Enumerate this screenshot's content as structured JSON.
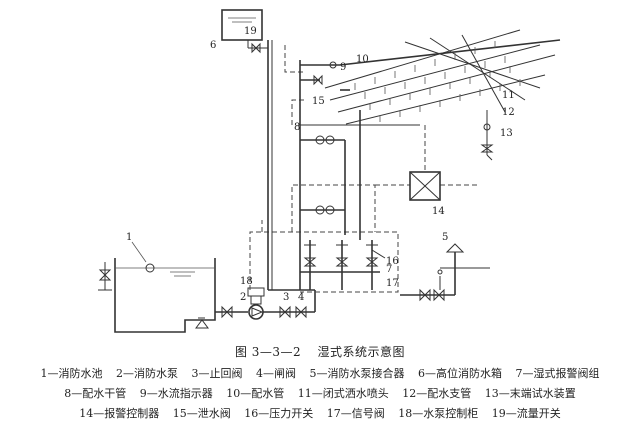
{
  "caption": {
    "figure_number": "图 3—3—2",
    "title": "湿式系统示意图"
  },
  "callouts": [
    "1",
    "2",
    "3",
    "4",
    "5",
    "6",
    "7",
    "8",
    "9",
    "10",
    "11",
    "12",
    "13",
    "14",
    "15",
    "16",
    "17",
    "18",
    "19"
  ],
  "legend": [
    "1—消防水池",
    "2—消防水泵",
    "3—止回阀",
    "4—闸阀",
    "5—消防水泵接合器",
    "6—高位消防水箱",
    "7—湿式报警阀组",
    "8—配水干管",
    "9—水流指示器",
    "10—配水管",
    "11—闭式洒水喷头",
    "12—配水支管",
    "13—末端试水装置",
    "14—报警控制器",
    "15—泄水阀",
    "16—压力开关",
    "17—信号阀",
    "18—水泵控制柜",
    "19—流量开关"
  ]
}
